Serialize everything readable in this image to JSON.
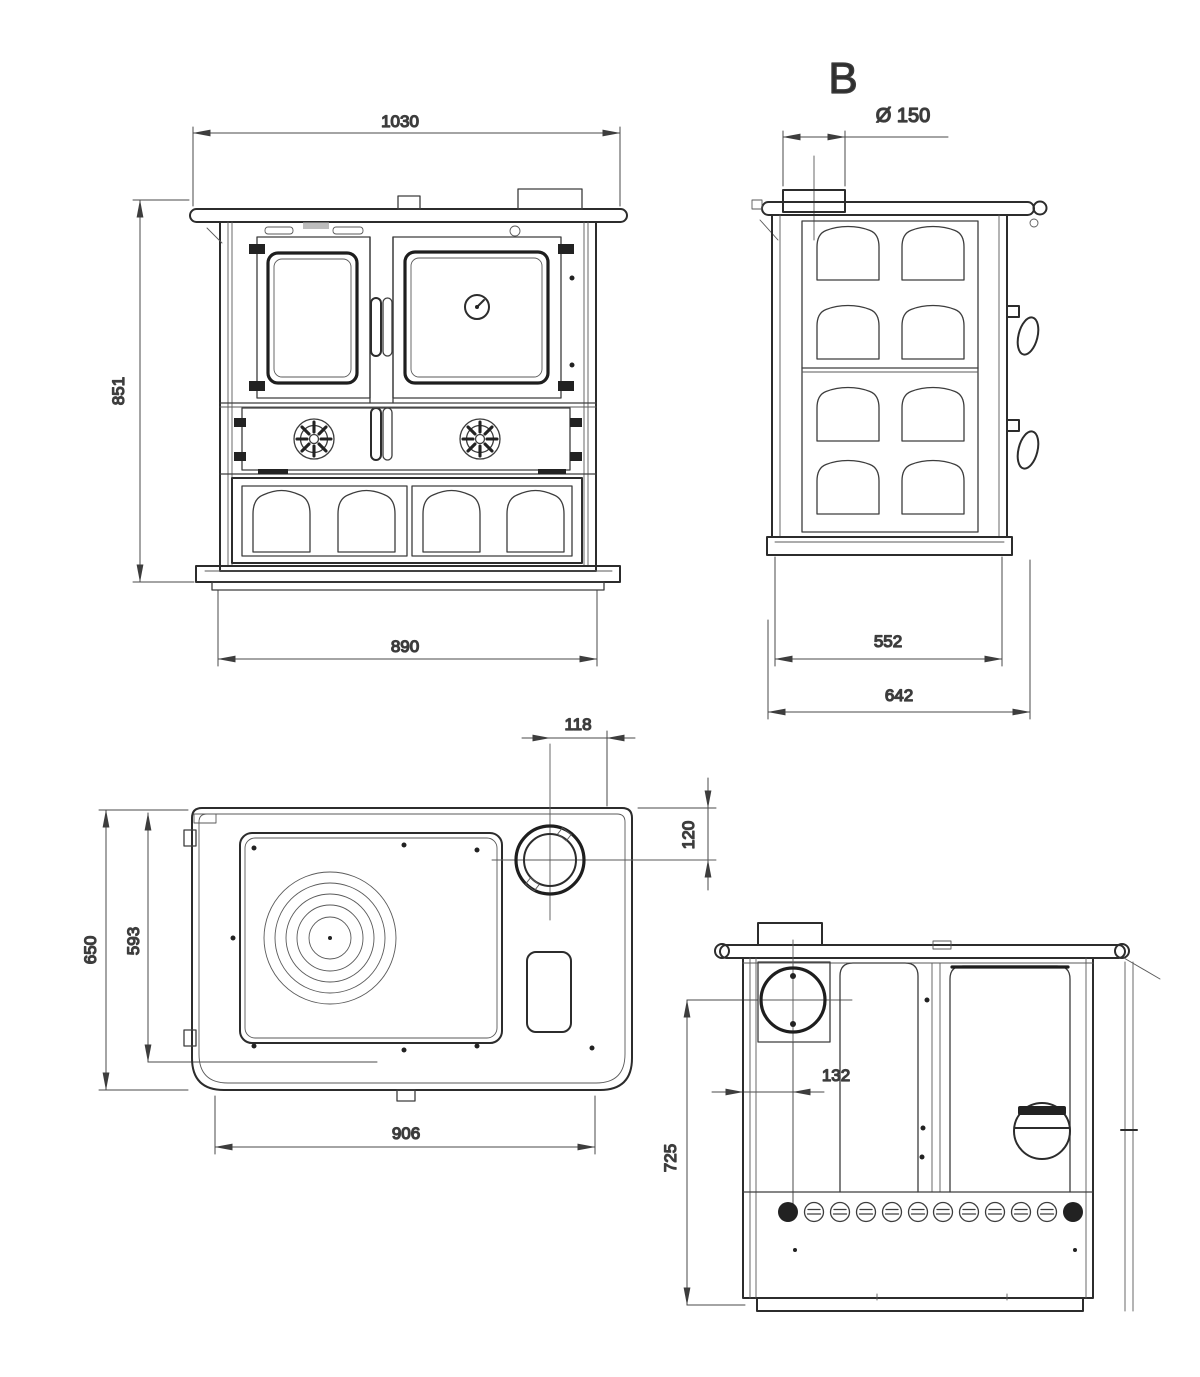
{
  "views": {
    "front": {
      "dims": {
        "width_top": "1030",
        "height": "851",
        "width_bottom": "890"
      }
    },
    "side": {
      "label": "B",
      "dims": {
        "flue_diameter": "Ø 150",
        "depth_inner": "552",
        "depth_total": "642"
      }
    },
    "top": {
      "dims": {
        "flue_offset_right": "118",
        "flue_offset_top": "120",
        "depth_total": "650",
        "depth_inner": "593",
        "width": "906"
      }
    },
    "back": {
      "dims": {
        "flue_offset_left": "132",
        "flue_height": "725"
      }
    }
  }
}
